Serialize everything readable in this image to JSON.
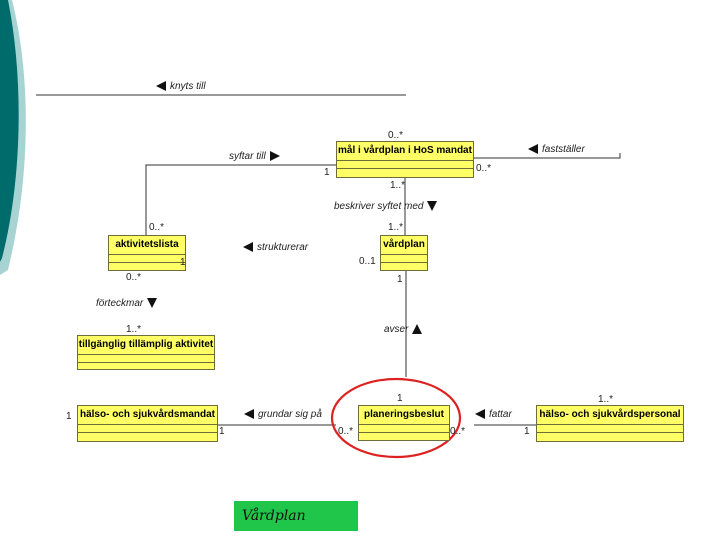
{
  "colors": {
    "class_fill": "#ffff66",
    "highlight_ellipse": "#dd2222",
    "caption_bg": "#1fc64a",
    "deco_teal": "#006b6b",
    "deco_light": "#a8d3d3"
  },
  "classes": {
    "mal": "mål i vårdplan i HoS mandat",
    "aktivitetslista": "aktivitetslista",
    "vardplan": "vårdplan",
    "tillganglig": "tillgänglig tillämplig aktivitet",
    "mandat": "hälso- och sjukvårdsmandat",
    "planeringsbeslut": "planeringsbeslut",
    "personal": "hälso- och sjukvårdspersonal"
  },
  "associations": {
    "knyts_till": "knyts till",
    "syftar_till": "syftar till",
    "faststaller": "fastställer",
    "beskriver": "beskriver syftet med",
    "strukturerar": "strukturerar",
    "forteckmar": "förteckmar",
    "avser": "avser",
    "grundar": "grundar sig på",
    "fattar": "fattar"
  },
  "multiplicities": {
    "mal_top": "0..*",
    "mal_left": "1",
    "mal_right": "0..*",
    "mal_bottom": "1..*",
    "akt_top": "0..*",
    "akt_right": "1",
    "akt_bottom": "0..*",
    "vp_top": "1..*",
    "vp_left": "0..1",
    "vp_bottom": "1",
    "tta_top": "1..*",
    "mandat_left": "1",
    "mandat_right": "1",
    "pb_top": "1",
    "pb_left": "0..*",
    "pb_right": "0..*",
    "pers_top": "1..*",
    "pers_left": "1"
  },
  "caption": "Vårdplan"
}
